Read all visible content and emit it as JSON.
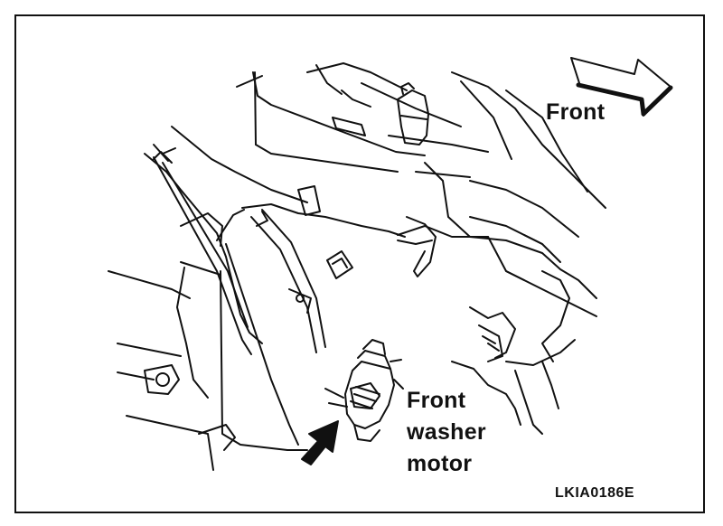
{
  "figure": {
    "direction_label": "Front",
    "callout_lines": [
      "Front",
      "washer",
      "motor"
    ],
    "code": "LKIA0186E"
  },
  "colors": {
    "line": "#111111",
    "background": "#ffffff"
  },
  "icons": [
    "direction-arrow-icon",
    "pointer-arrow-icon"
  ]
}
